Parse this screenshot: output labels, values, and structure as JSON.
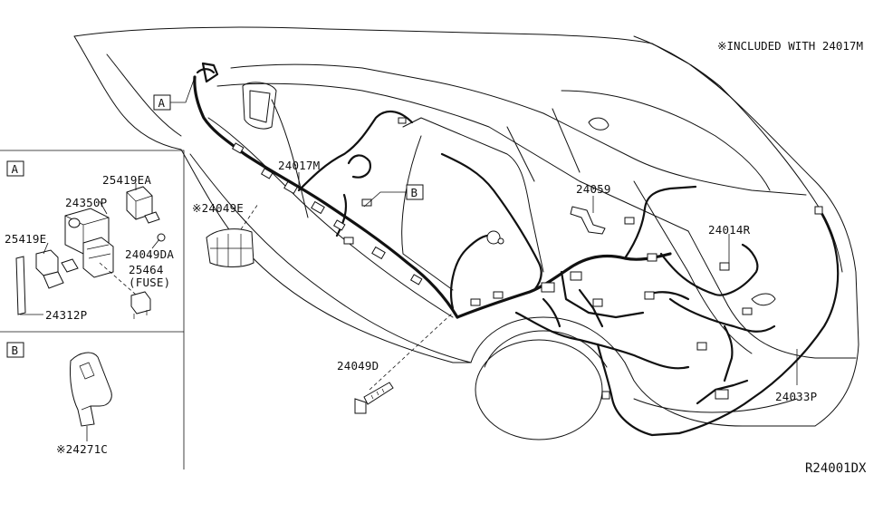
{
  "note": "※INCLUDED WITH 24017M",
  "reference_code": "R24001DX",
  "callouts": {
    "a": "A",
    "b": "B"
  },
  "panels": {
    "a": {
      "tag": "A"
    },
    "b": {
      "tag": "B"
    }
  },
  "labels": {
    "p24017M": "24017M",
    "p24049E": "※24049E",
    "p24059": "24059",
    "p24014R": "24014R",
    "p24033P": "24033P",
    "p24049D_main": "24049D",
    "p25419EA": "25419EA",
    "p24350P": "24350P",
    "p25419E": "25419E",
    "p24049DA": "24049DA",
    "p25464": "25464",
    "p25464_sub": "(FUSE)",
    "p24312P": "24312P",
    "p24271C": "※24271C"
  }
}
